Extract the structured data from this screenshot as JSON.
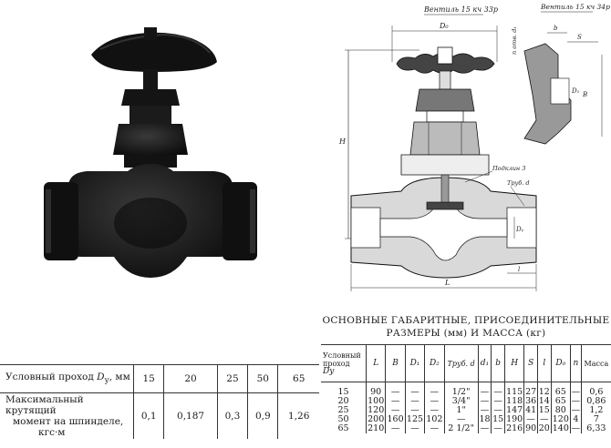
{
  "drawing": {
    "label_15kch33r": "Вентиль 15 кч 33р",
    "label_15kch34r": "Вентиль 15 кч 34р",
    "label_podklin": "Подклин 3",
    "label_trub": "Труб. d",
    "dim_D0": "D₀",
    "dim_H": "H",
    "dim_L": "L",
    "dim_l": "l",
    "dim_b": "b",
    "dim_S": "S",
    "dim_B": "B",
    "dim_D1": "D₁",
    "dim_Dy": "Dᵧ",
    "dim_n_otv": "n отв. d₁"
  },
  "torque_table": {
    "row1_label": "Условный проход",
    "row1_sym": "D",
    "row1_sub": "у",
    "row1_unit": ", мм",
    "row1_values": [
      "15",
      "20",
      "25",
      "50",
      "65"
    ],
    "row2_label_line1": "Максимальный крутящий",
    "row2_label_line2": "момент на шпинделе,",
    "row2_label_line3": "кгс·м",
    "row2_values": [
      "0,1",
      "0,187",
      "0,3",
      "0,9",
      "1,26"
    ]
  },
  "spec_heading": {
    "line1": "ОСНОВНЫЕ ГАБАРИТНЫЕ, ПРИСОЕДИНИТЕЛЬНЫЕ",
    "line2": "РАЗМЕРЫ (мм) И МАССА (кг)"
  },
  "dims_table": {
    "header_first_line1": "Условный",
    "header_first_line2": "проход",
    "header_first_line3": "Dу",
    "headers": [
      "L",
      "B",
      "D₁",
      "D₂",
      "Труб. d",
      "d₁",
      "b",
      "H",
      "S",
      "l",
      "D₀",
      "n",
      "Масса"
    ],
    "rows": [
      [
        "15",
        "90",
        "—",
        "—",
        "—",
        "1/2\"",
        "—",
        "—",
        "115",
        "27",
        "12",
        "65",
        "—",
        "0,6"
      ],
      [
        "20",
        "100",
        "—",
        "—",
        "—",
        "3/4\"",
        "—",
        "—",
        "118",
        "36",
        "14",
        "65",
        "—",
        "0,86"
      ],
      [
        "25",
        "120",
        "—",
        "—",
        "—",
        "1\"",
        "—",
        "—",
        "147",
        "41",
        "15",
        "80",
        "—",
        "1,2"
      ],
      [
        "50",
        "200",
        "160",
        "125",
        "102",
        "—",
        "18",
        "15",
        "190",
        "—",
        "—",
        "120",
        "4",
        "7"
      ],
      [
        "65",
        "210",
        "—",
        "—",
        "—",
        "2 1/2\"",
        "—",
        "—",
        "216",
        "90",
        "20",
        "140",
        "—",
        "6,33"
      ]
    ]
  }
}
